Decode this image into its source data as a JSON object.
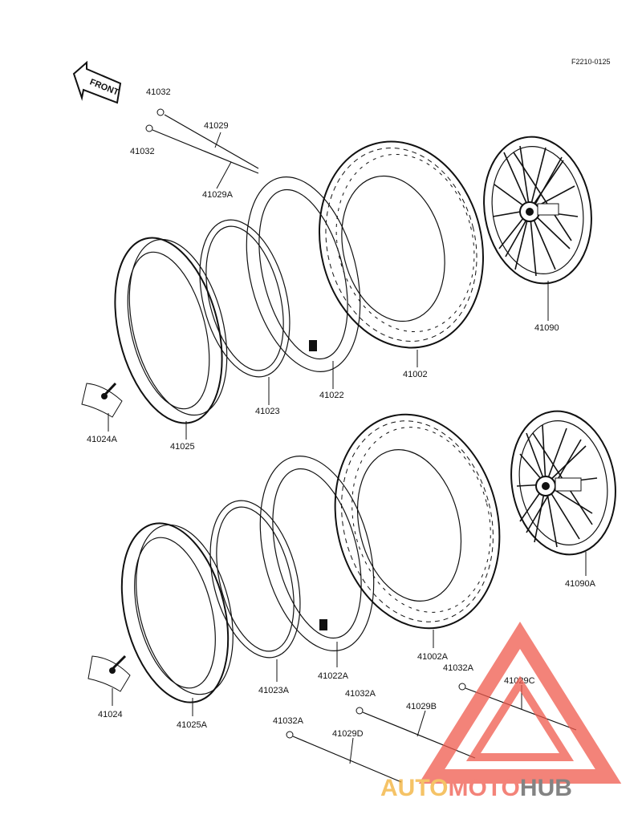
{
  "drawing_code": "F2210-0125",
  "front_label": "FRONT",
  "labels": {
    "p41032_a": "41032",
    "p41032_b": "41032",
    "p41029": "41029",
    "p41029A": "41029A",
    "p41090": "41090",
    "p41002": "41002",
    "p41022": "41022",
    "p41023": "41023",
    "p41025": "41025",
    "p41024A": "41024A",
    "p41090A": "41090A",
    "p41002A": "41002A",
    "p41022A": "41022A",
    "p41023A": "41023A",
    "p41025A": "41025A",
    "p41024": "41024",
    "p41032A_a": "41032A",
    "p41032A_b": "41032A",
    "p41032A_c": "41032A",
    "p41029B": "41029B",
    "p41029C": "41029C",
    "p41029D": "41029D"
  },
  "watermark": {
    "part1": "AUTO",
    "part2": "MOTO",
    "part3": "HUB",
    "colors": {
      "auto": "#f2b035",
      "moto": "#ef5a4d",
      "hub": "#5a5a5a",
      "triangle": "#ef5a4d"
    }
  }
}
